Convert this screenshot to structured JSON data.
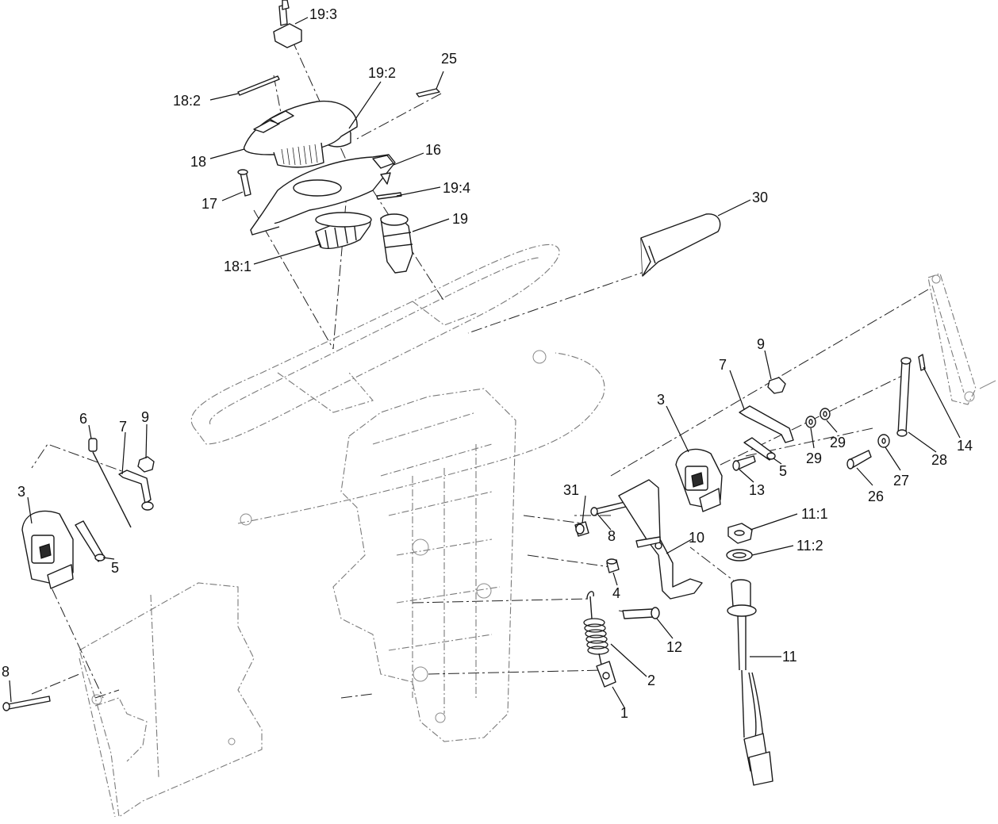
{
  "callouts": [
    {
      "id": "c-19-3",
      "text": "19:3"
    },
    {
      "id": "c-25",
      "text": "25"
    },
    {
      "id": "c-19-2",
      "text": "19:2"
    },
    {
      "id": "c-18-2",
      "text": "18:2"
    },
    {
      "id": "c-18",
      "text": "18"
    },
    {
      "id": "c-16",
      "text": "16"
    },
    {
      "id": "c-17",
      "text": "17"
    },
    {
      "id": "c-19-4",
      "text": "19:4"
    },
    {
      "id": "c-30",
      "text": "30"
    },
    {
      "id": "c-19",
      "text": "19"
    },
    {
      "id": "c-18-1",
      "text": "18:1"
    },
    {
      "id": "c-9-right",
      "text": "9"
    },
    {
      "id": "c-7-right",
      "text": "7"
    },
    {
      "id": "c-3-right",
      "text": "3"
    },
    {
      "id": "c-6",
      "text": "6"
    },
    {
      "id": "c-7-left",
      "text": "7"
    },
    {
      "id": "c-9-left",
      "text": "9"
    },
    {
      "id": "c-3-left",
      "text": "3"
    },
    {
      "id": "c-5-left",
      "text": "5"
    },
    {
      "id": "c-31",
      "text": "31"
    },
    {
      "id": "c-8-mid",
      "text": "8"
    },
    {
      "id": "c-29-a",
      "text": "29"
    },
    {
      "id": "c-29-b",
      "text": "29"
    },
    {
      "id": "c-14",
      "text": "14"
    },
    {
      "id": "c-28",
      "text": "28"
    },
    {
      "id": "c-27",
      "text": "27"
    },
    {
      "id": "c-26",
      "text": "26"
    },
    {
      "id": "c-5-right",
      "text": "5"
    },
    {
      "id": "c-13",
      "text": "13"
    },
    {
      "id": "c-11-1",
      "text": "11:1"
    },
    {
      "id": "c-10",
      "text": "10"
    },
    {
      "id": "c-11-2",
      "text": "11:2"
    },
    {
      "id": "c-4",
      "text": "4"
    },
    {
      "id": "c-12",
      "text": "12"
    },
    {
      "id": "c-11",
      "text": "11"
    },
    {
      "id": "c-2",
      "text": "2"
    },
    {
      "id": "c-8-left",
      "text": "8"
    },
    {
      "id": "c-1",
      "text": "1"
    }
  ]
}
